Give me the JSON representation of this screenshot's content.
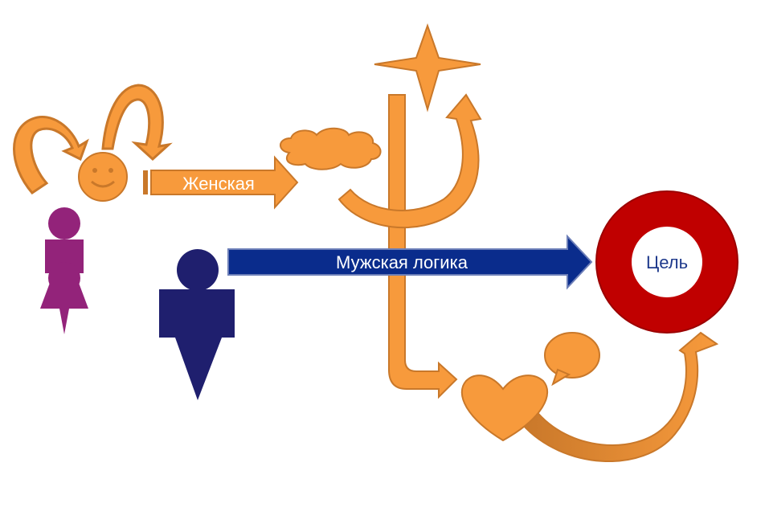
{
  "labels": {
    "female_arrow": "Женская",
    "male_arrow": "Мужская логика",
    "goal": "Цель"
  },
  "colors": {
    "orange": "#F79A3C",
    "orange_dark": "#C9782A",
    "navy": "#1F1F6E",
    "blue_arrow": "#0A2C8C",
    "purple": "#93237A",
    "red": "#C00000"
  }
}
